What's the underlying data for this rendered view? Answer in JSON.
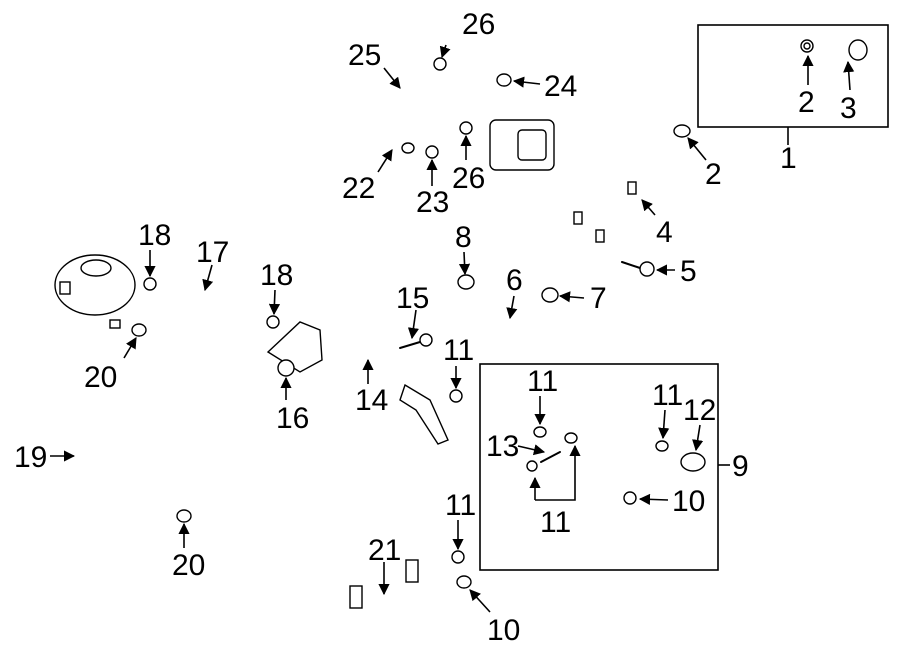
{
  "diagram": {
    "callouts": {
      "c1": "1",
      "c2a": "2",
      "c2b": "2",
      "c3": "3",
      "c4": "4",
      "c5": "5",
      "c6": "6",
      "c7": "7",
      "c8": "8",
      "c9": "9",
      "c10a": "10",
      "c10b": "10",
      "c11a": "11",
      "c11b": "11",
      "c11c": "11",
      "c11d": "11",
      "c11e": "11",
      "c12": "12",
      "c13": "13",
      "c14": "14",
      "c15": "15",
      "c16": "16",
      "c17": "17",
      "c18a": "18",
      "c18b": "18",
      "c19": "19",
      "c20a": "20",
      "c20b": "20",
      "c21": "21",
      "c22": "22",
      "c23": "23",
      "c24": "24",
      "c25": "25",
      "c26a": "26",
      "c26b": "26"
    }
  }
}
